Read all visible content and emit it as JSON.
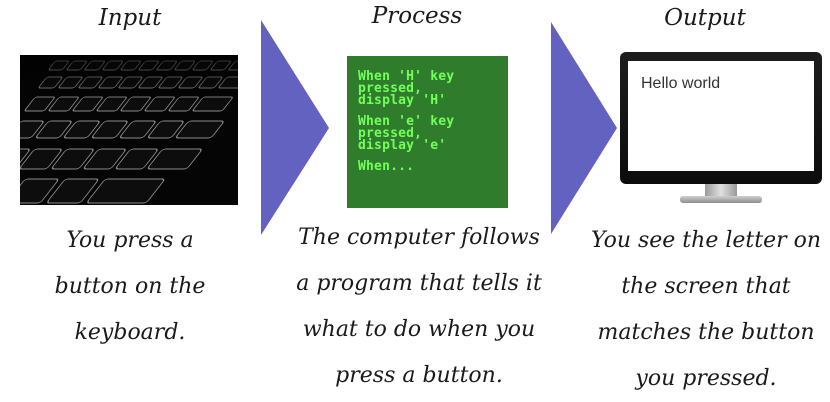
{
  "stages": [
    {
      "title": "Input",
      "caption_lines": [
        "You press a",
        "button on the",
        "keyboard."
      ]
    },
    {
      "title": "Process",
      "code_lines": [
        "When 'H' key\npressed,\ndisplay 'H'",
        "When 'e' key\npressed,\ndisplay 'e'",
        "When..."
      ],
      "caption_lines": [
        "The computer follows",
        "a program that tells it",
        "what to do when you",
        "press a button."
      ]
    },
    {
      "title": "Output",
      "screen_text": "Hello world",
      "caption_lines": [
        "You see the letter on",
        "the screen that",
        "matches the button",
        "you pressed."
      ]
    }
  ],
  "colors": {
    "arrow": "#6462c0",
    "code_background": "#2f7d2c",
    "code_text": "#72ff5a"
  }
}
